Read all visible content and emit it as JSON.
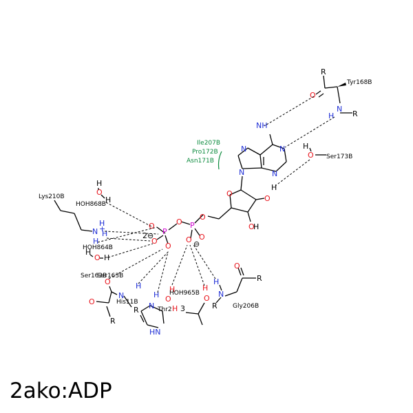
{
  "caption": "2ako:ADP",
  "colors": {
    "nitrogen": "#1f2fd6",
    "oxygen": "#e8141c",
    "phosphorus": "#d000d0",
    "hydrophobic": "#0a8a3c"
  },
  "residues": {
    "tyr168": "Tyr168B",
    "ser173": "Ser173B",
    "lys210": "Lys210B",
    "hoh868": "HOH868B",
    "hoh864": "HOH864B",
    "ser163": "Ser163B",
    "his11": "His11B",
    "thr2": "Thr2",
    "hoh965": "HOH965B",
    "gly206": "Gly206B",
    "ile207": "Ile207B",
    "pro172": "Pro172B",
    "asn171": "Asn171B",
    "ser163_overlap": "Ser163B"
  },
  "atoms": {
    "R": "R",
    "O": "O",
    "N": "N",
    "H": "H",
    "P": "P",
    "NH": "NH",
    "HN": "HN",
    "Nplus": "N+",
    "charge": "⊖",
    "two": "2",
    "three": "3"
  }
}
